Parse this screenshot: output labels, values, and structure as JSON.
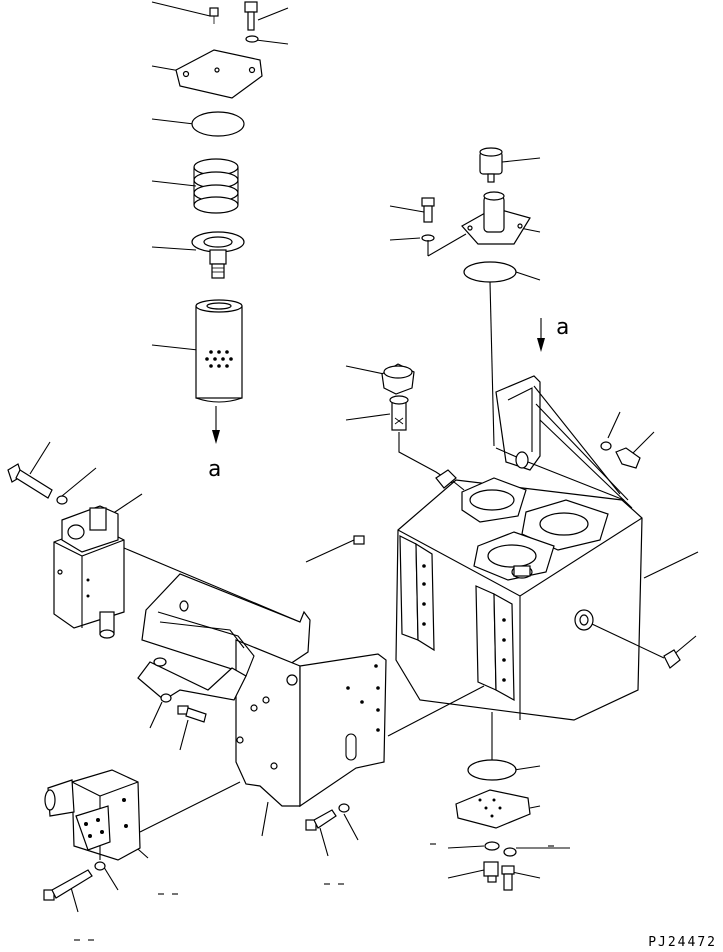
{
  "diagram": {
    "drawing_code": "PJ24472",
    "view_marker_top": "a",
    "view_marker_bottom": "a"
  }
}
